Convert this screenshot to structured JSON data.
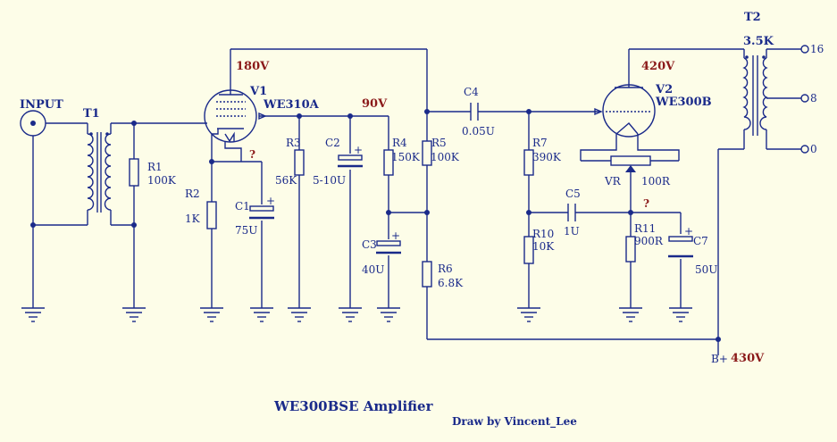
{
  "title": "WE300BSE   Amplifier",
  "credit": "Draw by Vincent_Lee",
  "input_label": "INPUT",
  "voltages": {
    "v1_plate": "180V",
    "v1_stage": "90V",
    "v2_plate": "420V",
    "supply": "430V",
    "supply_symbol": "B+"
  },
  "tubes": {
    "v1": {
      "ref": "V1",
      "type": "WE310A"
    },
    "v2": {
      "ref": "V2",
      "type": "WE300B"
    }
  },
  "transformers": {
    "t1": {
      "ref": "T1"
    },
    "t2": {
      "ref": "T2",
      "impedance": "3.5K",
      "taps": [
        "16",
        "8",
        "0"
      ]
    }
  },
  "components": {
    "r1": {
      "ref": "R1",
      "value": "100K"
    },
    "r2": {
      "ref": "R2",
      "value": "1K"
    },
    "r3": {
      "ref": "R3",
      "value": "56K"
    },
    "r4": {
      "ref": "R4",
      "value": "150K"
    },
    "r5": {
      "ref": "R5",
      "value": "100K"
    },
    "r6": {
      "ref": "R6",
      "value": "6.8K"
    },
    "r7": {
      "ref": "R7",
      "value": "390K"
    },
    "r10": {
      "ref": "R10",
      "value": "10K"
    },
    "r11": {
      "ref": "R11",
      "value": "900R"
    },
    "vr": {
      "ref": "VR",
      "value": "100R"
    },
    "c1": {
      "ref": "C1",
      "value": "75U"
    },
    "c2": {
      "ref": "C2",
      "value": "5-10U"
    },
    "c3": {
      "ref": "C3",
      "value": "40U"
    },
    "c4": {
      "ref": "C4",
      "value": "0.05U"
    },
    "c5": {
      "ref": "C5",
      "value": "1U"
    },
    "c7": {
      "ref": "C7",
      "value": "50U"
    }
  },
  "unknown_marks": [
    "?",
    "?"
  ],
  "colors": {
    "wire": "#1a2a8a",
    "voltage": "#8b1a1a",
    "background": "#fdfde8"
  }
}
